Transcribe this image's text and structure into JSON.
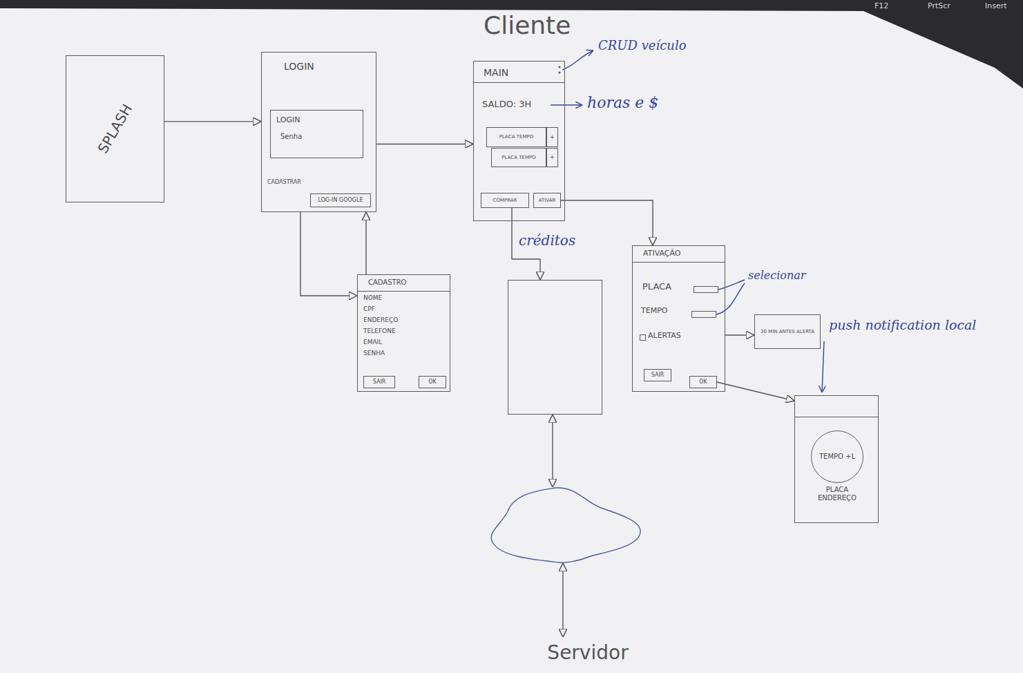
{
  "diagram": {
    "title": "Cliente",
    "nodes": [
      {
        "text": [
          "SPLASH"
        ]
      },
      {
        "text": [
          "LOGIN",
          "CADASTRAR"
        ]
      },
      {
        "text": [
          "LOGIN",
          "Senha"
        ],
        "in": 1
      },
      {
        "text": [
          "LOG-IN GOOGLE"
        ],
        "in": 1
      },
      {
        "text": [
          "MAIN",
          "SALDO: 3H"
        ]
      },
      {
        "text": [
          "PLACA TEMPO"
        ],
        "in": 4
      },
      {
        "text": [
          "+"
        ],
        "in": 4
      },
      {
        "text": [
          "PLACA TEMPO"
        ],
        "in": 4
      },
      {
        "text": [
          "+"
        ],
        "in": 4
      },
      {
        "text": [
          "COMPRAR"
        ],
        "in": 4
      },
      {
        "text": [
          "ATIVAR"
        ],
        "in": 4
      },
      {
        "text": [
          "CADASTRO",
          "NOME",
          "CPF",
          "ENDEREÇO",
          "TELEFONE",
          "EMAIL",
          "SENHA"
        ]
      },
      {
        "text": [
          "SAIR"
        ],
        "in": 11
      },
      {
        "text": [
          "OK"
        ],
        "in": 11
      },
      {
        "text": []
      },
      {
        "text": [
          "ATIVAÇÃO",
          "PLACA",
          "TEMPO",
          "ALERTAS"
        ]
      },
      {
        "text": [
          "SAIR"
        ],
        "in": 15
      },
      {
        "text": [
          "OK"
        ],
        "in": 15
      },
      {
        "text": [
          "30 MIN ANTES ALERTA"
        ]
      },
      {
        "text": [
          "PLACA ENDEREÇO"
        ]
      },
      {
        "text": [
          "TEMPO +L"
        ],
        "in": 19
      },
      {
        "text": []
      },
      {
        "text": [
          "Servidor"
        ]
      }
    ],
    "edges": [
      {
        "from": 0,
        "to": 1,
        "arrow": "to"
      },
      {
        "from": 1,
        "to": 4,
        "arrow": "to"
      },
      {
        "from": 1,
        "to": 11,
        "arrow": "to"
      },
      {
        "from": 11,
        "to": 1,
        "arrow": "to"
      },
      {
        "from": 9,
        "to": 14,
        "arrow": "to",
        "label": "créditos"
      },
      {
        "from": 10,
        "to": 15,
        "arrow": "to"
      },
      {
        "from": 15,
        "to": 18,
        "arrow": "to"
      },
      {
        "from": 17,
        "to": 19,
        "arrow": "to"
      },
      {
        "from": 14,
        "to": 21,
        "arrow": "both"
      },
      {
        "from": 21,
        "to": 22,
        "arrow": "both"
      }
    ],
    "labels": [
      "CRUD veículo",
      "horas e $",
      "selecionar",
      "push notification local",
      "F12",
      "PrtScr",
      "Insert"
    ]
  }
}
